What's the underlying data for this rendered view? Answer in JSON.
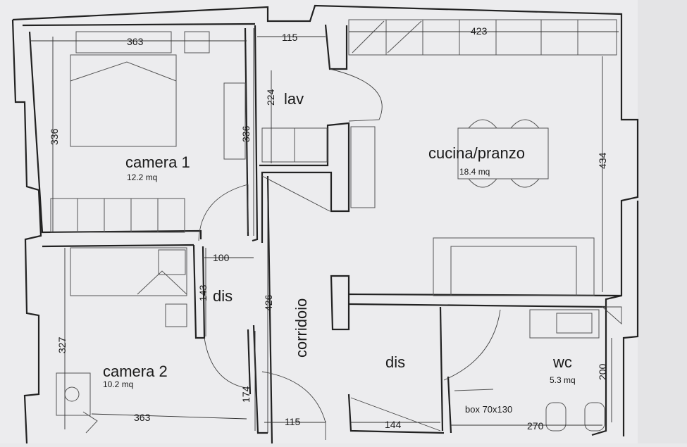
{
  "plan": {
    "rooms": {
      "camera1": {
        "name": "camera 1",
        "area": "12.2 mq"
      },
      "camera2": {
        "name": "camera 2",
        "area": "10.2 mq"
      },
      "lav": {
        "name": "lav"
      },
      "cucina": {
        "name": "cucina/pranzo",
        "area": "18.4 mq"
      },
      "dis_left": {
        "name": "dis"
      },
      "dis_center": {
        "name": "dis"
      },
      "corridoio": {
        "name": "corridoio"
      },
      "wc": {
        "name": "wc",
        "area": "5.3 mq"
      }
    },
    "dimensions": {
      "camera1_width": "363",
      "camera1_height": "336",
      "wardrobe_height": "336",
      "lav_width": "115",
      "lav_height": "224",
      "cucina_width": "423",
      "cucina_height": "434",
      "dis_width": "100",
      "dis_height": "143",
      "corridoio_length": "426",
      "camera2_height": "327",
      "camera2_width": "363",
      "small_174": "174",
      "bottom_115": "115",
      "bottom_144": "144",
      "wc_width": "270",
      "wc_height": "200"
    },
    "notes": {
      "box": "box 70x130"
    }
  }
}
